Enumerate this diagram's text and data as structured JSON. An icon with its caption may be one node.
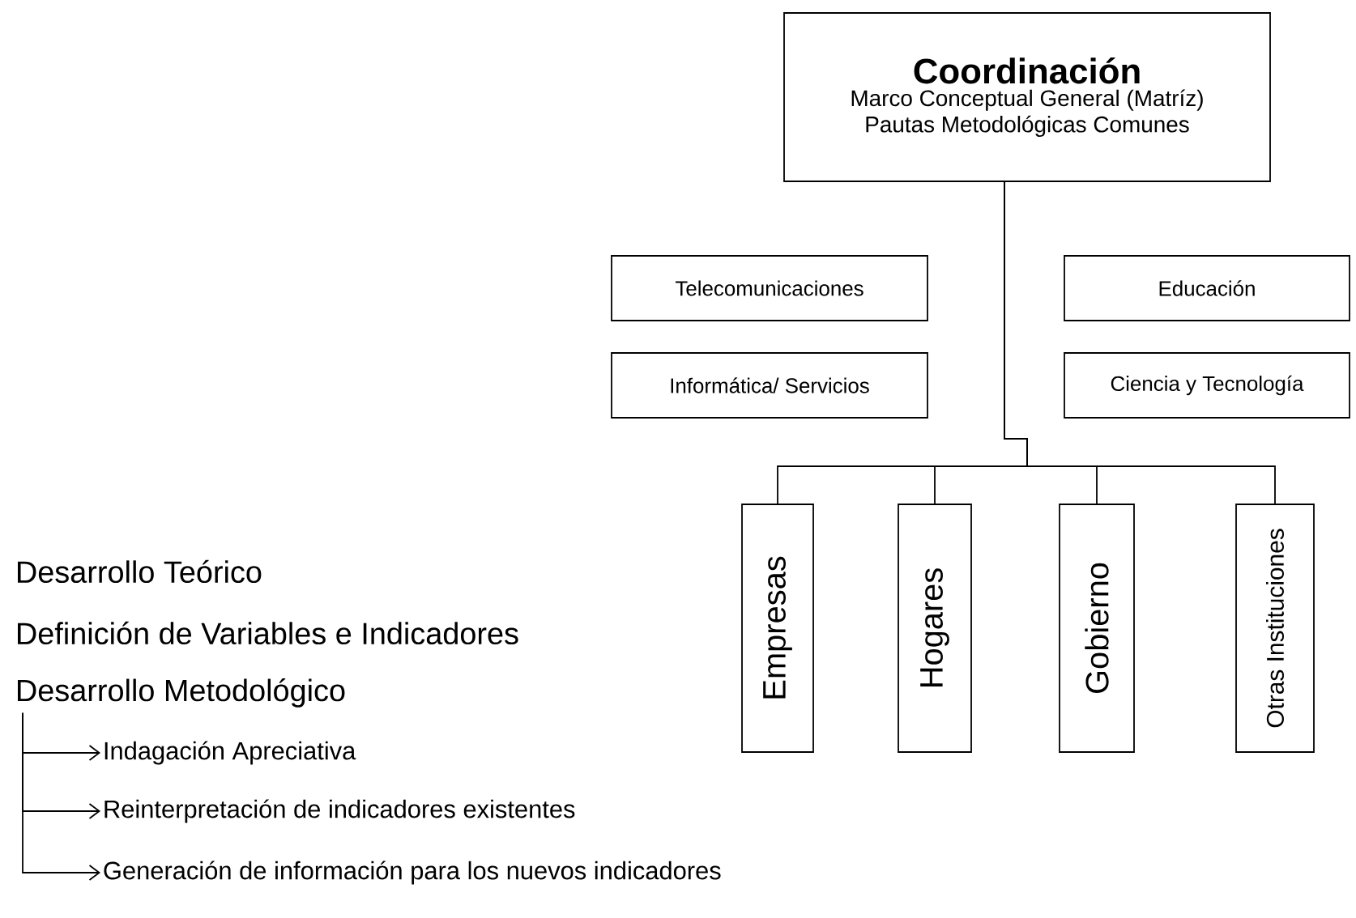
{
  "diagram": {
    "nodes": [
      {
        "text": [
          "Coordinación",
          "Marco Conceptual General (Matríz)",
          "Pautas Metodológicas Comunes"
        ]
      },
      {
        "text": [
          "Telecomunicaciones"
        ]
      },
      {
        "text": [
          "Educación"
        ]
      },
      {
        "text": [
          "Informática/ Servicios"
        ]
      },
      {
        "text": [
          "Ciencia y Tecnología"
        ]
      },
      {
        "text": [
          "Empresas"
        ]
      },
      {
        "text": [
          "Hogares"
        ]
      },
      {
        "text": [
          "Gobierno"
        ]
      },
      {
        "text": [
          "Otras Instituciones"
        ]
      },
      {
        "text": [
          "Desarrollo Teórico"
        ]
      },
      {
        "text": [
          "Definición de Variables e Indicadores"
        ]
      },
      {
        "text": [
          "Desarrollo Metodológico"
        ]
      },
      {
        "text": [
          "Indagación Apreciativa"
        ]
      },
      {
        "text": [
          "Reinterpretación de indicadores existentes"
        ]
      },
      {
        "text": [
          "Generación de información para los nuevos indicadores"
        ]
      }
    ],
    "edges": [
      {
        "from": 0,
        "to": 5,
        "arrow": "none"
      },
      {
        "from": 0,
        "to": 6,
        "arrow": "none"
      },
      {
        "from": 0,
        "to": 7,
        "arrow": "none"
      },
      {
        "from": 0,
        "to": 8,
        "arrow": "none"
      },
      {
        "from": 11,
        "to": 12,
        "arrow": "to"
      },
      {
        "from": 11,
        "to": 13,
        "arrow": "to"
      },
      {
        "from": 11,
        "to": 14,
        "arrow": "to"
      }
    ]
  }
}
